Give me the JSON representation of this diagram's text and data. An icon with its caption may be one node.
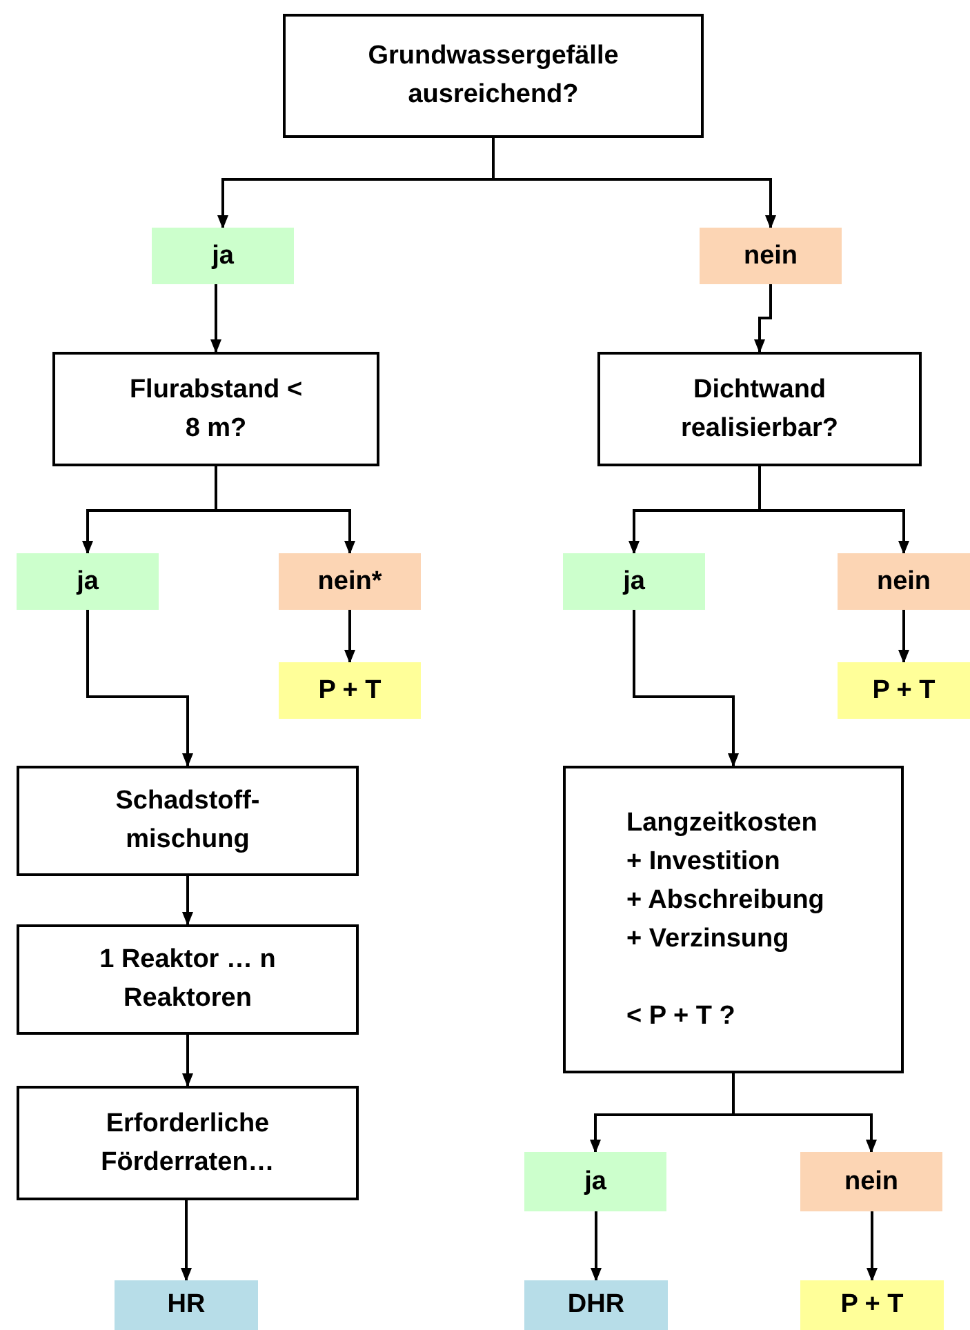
{
  "diagram": {
    "nodes": [
      {
        "text": [
          "Grundwassergefälle ausreichend?"
        ]
      },
      {
        "text": [
          "ja"
        ]
      },
      {
        "text": [
          "nein"
        ]
      },
      {
        "text": [
          "Flurabstand < 8 m?"
        ]
      },
      {
        "text": [
          "Dichtwand realisierbar?"
        ]
      },
      {
        "text": [
          "ja"
        ]
      },
      {
        "text": [
          "nein*"
        ]
      },
      {
        "text": [
          "P + T"
        ]
      },
      {
        "text": [
          "ja"
        ]
      },
      {
        "text": [
          "nein"
        ]
      },
      {
        "text": [
          "P + T"
        ]
      },
      {
        "text": [
          "Schadstoff-mischung"
        ]
      },
      {
        "text": [
          "1 Reaktor … n Reaktoren"
        ]
      },
      {
        "text": [
          "Erforderliche Förderraten…"
        ]
      },
      {
        "text": [
          "Langzeitkosten",
          "+ Investition",
          "+ Abschreibung",
          "+ Verzinsung",
          "< P + T ?"
        ]
      },
      {
        "text": [
          "ja"
        ]
      },
      {
        "text": [
          "nein"
        ]
      },
      {
        "text": [
          "HR"
        ]
      },
      {
        "text": [
          "DHR"
        ]
      },
      {
        "text": [
          "P + T"
        ]
      }
    ],
    "edges": [
      {
        "from": 0,
        "to": 1,
        "arrow": "to"
      },
      {
        "from": 0,
        "to": 2,
        "arrow": "to"
      },
      {
        "from": 1,
        "to": 3,
        "arrow": "to"
      },
      {
        "from": 2,
        "to": 4,
        "arrow": "to"
      },
      {
        "from": 3,
        "to": 5,
        "arrow": "to"
      },
      {
        "from": 3,
        "to": 6,
        "arrow": "to"
      },
      {
        "from": 6,
        "to": 7,
        "arrow": "to"
      },
      {
        "from": 4,
        "to": 8,
        "arrow": "to"
      },
      {
        "from": 4,
        "to": 9,
        "arrow": "to"
      },
      {
        "from": 9,
        "to": 10,
        "arrow": "to"
      },
      {
        "from": 5,
        "to": 11,
        "arrow": "to"
      },
      {
        "from": 8,
        "to": 14,
        "arrow": "to"
      },
      {
        "from": 11,
        "to": 12,
        "arrow": "to"
      },
      {
        "from": 12,
        "to": 13,
        "arrow": "to"
      },
      {
        "from": 13,
        "to": 17,
        "arrow": "to"
      },
      {
        "from": 14,
        "to": 15,
        "arrow": "to"
      },
      {
        "from": 14,
        "to": 16,
        "arrow": "to"
      },
      {
        "from": 15,
        "to": 18,
        "arrow": "to"
      },
      {
        "from": 16,
        "to": 19,
        "arrow": "to"
      }
    ]
  }
}
